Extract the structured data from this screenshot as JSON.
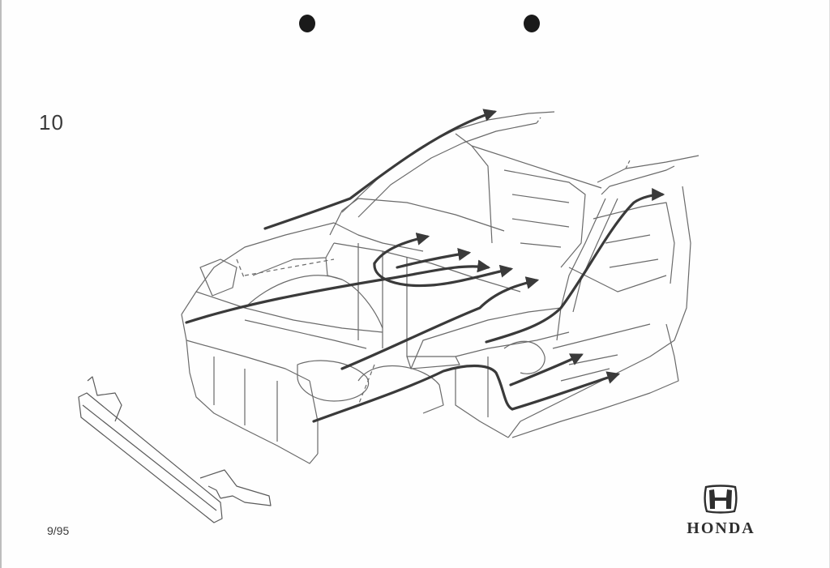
{
  "page": {
    "number": "10",
    "date_code": "9/95"
  },
  "logo": {
    "wordmark": "HONDA",
    "badge_icon": "honda-h-badge-icon"
  },
  "diagram": {
    "subject_icon": "car-body-structure-cutaway-icon",
    "arrow_color": "#3a3a3a",
    "line_color": "#6a6a6a"
  },
  "colors": {
    "paper": "#fefefe",
    "ink": "#333333",
    "punch_hole": "#1a1a1a"
  }
}
